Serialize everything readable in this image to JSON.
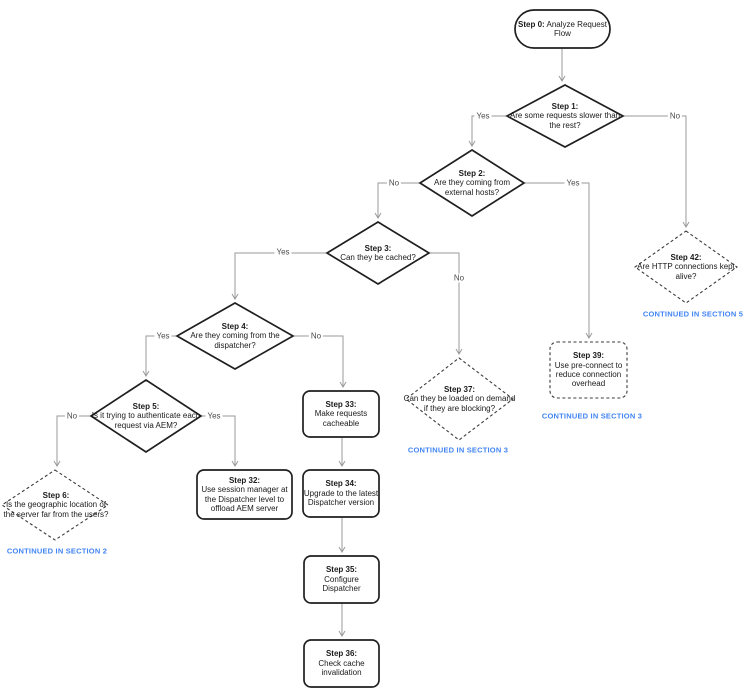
{
  "diagram_title": "AEM Request Flow Analysis Flowchart",
  "nodes": [
    {
      "id": "step0",
      "type": "terminal",
      "title": "Step 0:",
      "text": "Analyze Request Flow"
    },
    {
      "id": "step1",
      "type": "decision",
      "title": "Step 1:",
      "text": "Are some requests slower than the rest?"
    },
    {
      "id": "step2",
      "type": "decision",
      "title": "Step 2:",
      "text": "Are they coming from external hosts?"
    },
    {
      "id": "step3",
      "type": "decision",
      "title": "Step 3:",
      "text": "Can they be cached?"
    },
    {
      "id": "step4",
      "type": "decision",
      "title": "Step 4:",
      "text": "Are they coming from the dispatcher?"
    },
    {
      "id": "step5",
      "type": "decision",
      "title": "Step 5:",
      "text": "Is it trying to authenticate each request via AEM?"
    },
    {
      "id": "step6",
      "type": "decision-dashed",
      "title": "Step 6:",
      "text": "Is the geographic location of the server far from the users?"
    },
    {
      "id": "step32",
      "type": "process",
      "title": "Step 32:",
      "text": "Use session manager at the Dispatcher level to offload AEM server"
    },
    {
      "id": "step33",
      "type": "process",
      "title": "Step 33:",
      "text": "Make requests cacheable"
    },
    {
      "id": "step34",
      "type": "process",
      "title": "Step 34:",
      "text": "Upgrade to the latest Dispatcher version"
    },
    {
      "id": "step35",
      "type": "process",
      "title": "Step 35:",
      "text": "Configure Dispatcher"
    },
    {
      "id": "step36",
      "type": "process",
      "title": "Step 36:",
      "text": "Check cache invalidation"
    },
    {
      "id": "step37",
      "type": "decision-dashed",
      "title": "Step 37:",
      "text": "Can they be loaded on demand if they are blocking?"
    },
    {
      "id": "step39",
      "type": "process-dashed",
      "title": "Step 39:",
      "text": "Use pre-connect to reduce connection overhead"
    },
    {
      "id": "step42",
      "type": "decision-dashed",
      "title": "Step 42:",
      "text": "Are HTTP connections kept alive?"
    }
  ],
  "labels": {
    "yes": "Yes",
    "no": "No"
  },
  "notes": {
    "section2": "CONTINUED IN SECTION 2",
    "section3": "CONTINUED IN SECTION 3",
    "section5": "CONTINUED IN SECTION 5"
  },
  "colors": {
    "note_blue": "#4285f4",
    "connector_gray": "#9a9a9a",
    "shape_stroke": "#1f1f1f",
    "background": "#ffffff"
  }
}
